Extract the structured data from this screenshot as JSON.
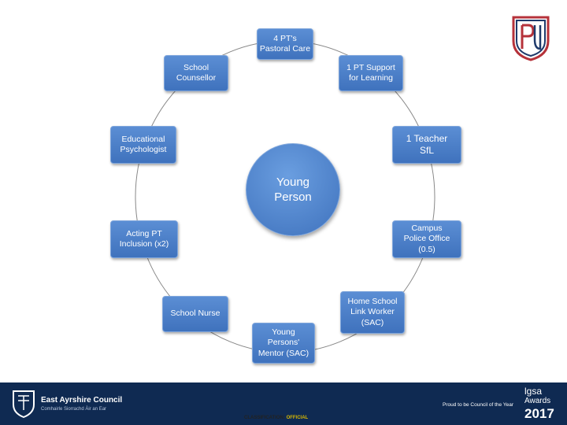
{
  "diagram": {
    "center": "Young\nPerson",
    "nodes": [
      {
        "id": "pt-pastoral",
        "label": "4 PT's\nPastoral Care"
      },
      {
        "id": "pt-support",
        "label": "1 PT Support\nfor Learning"
      },
      {
        "id": "teacher-sfl",
        "label": "1 Teacher\nSfL"
      },
      {
        "id": "campus-police",
        "label": "Campus\nPolice Office\n(0.5)"
      },
      {
        "id": "home-school",
        "label": "Home School\nLink Worker\n(SAC)"
      },
      {
        "id": "mentor",
        "label": "Young\nPersons'\nMentor (SAC)"
      },
      {
        "id": "school-nurse",
        "label": "School Nurse"
      },
      {
        "id": "acting-pt",
        "label": "Acting PT\nInclusion (x2)"
      },
      {
        "id": "ed-psych",
        "label": "Educational\nPsychologist"
      },
      {
        "id": "counsellor",
        "label": "School\nCounsellor"
      }
    ]
  },
  "footer": {
    "council_name": "East Ayrshire Council",
    "council_motto": "Comhairle Siorrachd Àir an Ear",
    "classification_prefix": "CLASSIFICATION:",
    "classification_level": "OFFICIAL",
    "award_tagline": "Proud to be Council of the Year",
    "award_logo": "lgsa",
    "award_label": "Awards",
    "award_year": "2017"
  },
  "colors": {
    "node_fill": "#4a7fcb",
    "node_border": "#7fa6dc",
    "footer_bg": "#0f2a52",
    "crest": "#b5323a"
  }
}
